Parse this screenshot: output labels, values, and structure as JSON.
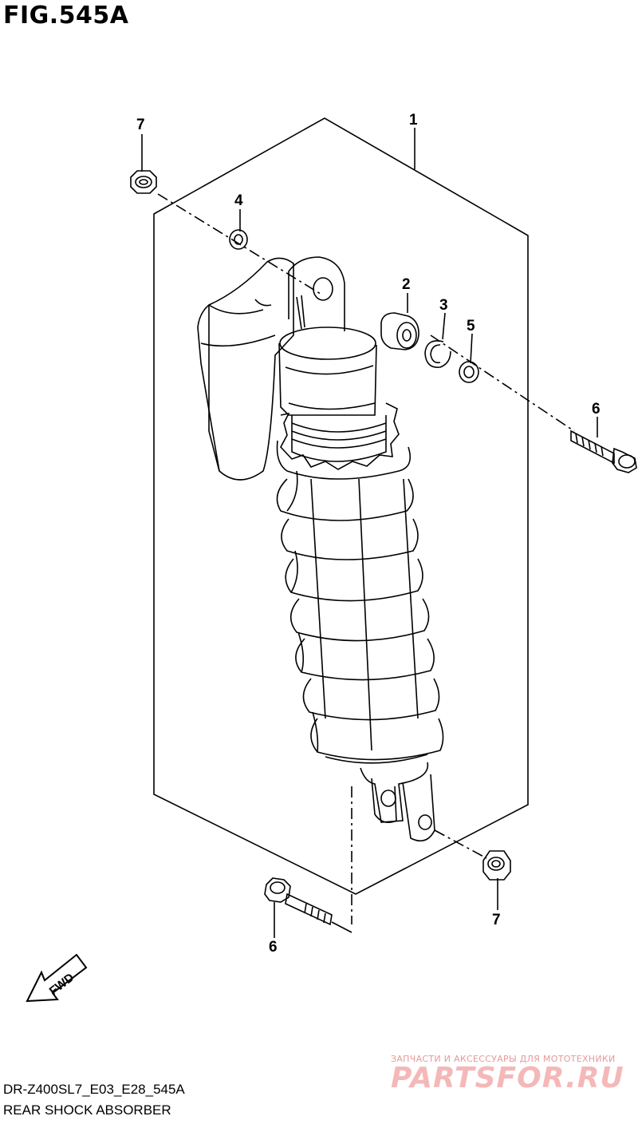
{
  "figure": {
    "title": "FIG.545A"
  },
  "callouts": {
    "c1": "1",
    "c2": "2",
    "c3": "3",
    "c4": "4",
    "c5": "5",
    "c6a": "6",
    "c6b": "6",
    "c7a": "7",
    "c7b": "7"
  },
  "fwd_label": "FWD",
  "footer": {
    "code": "DR-Z400SL7_E03_E28_545A",
    "name": "REAR SHOCK ABSORBER"
  },
  "watermark": {
    "tagline": "ЗАПЧАСТИ И АКСЕССУАРЫ ДЛЯ МОТОТЕХНИКИ",
    "logo": "PARTSFOR.RU"
  }
}
